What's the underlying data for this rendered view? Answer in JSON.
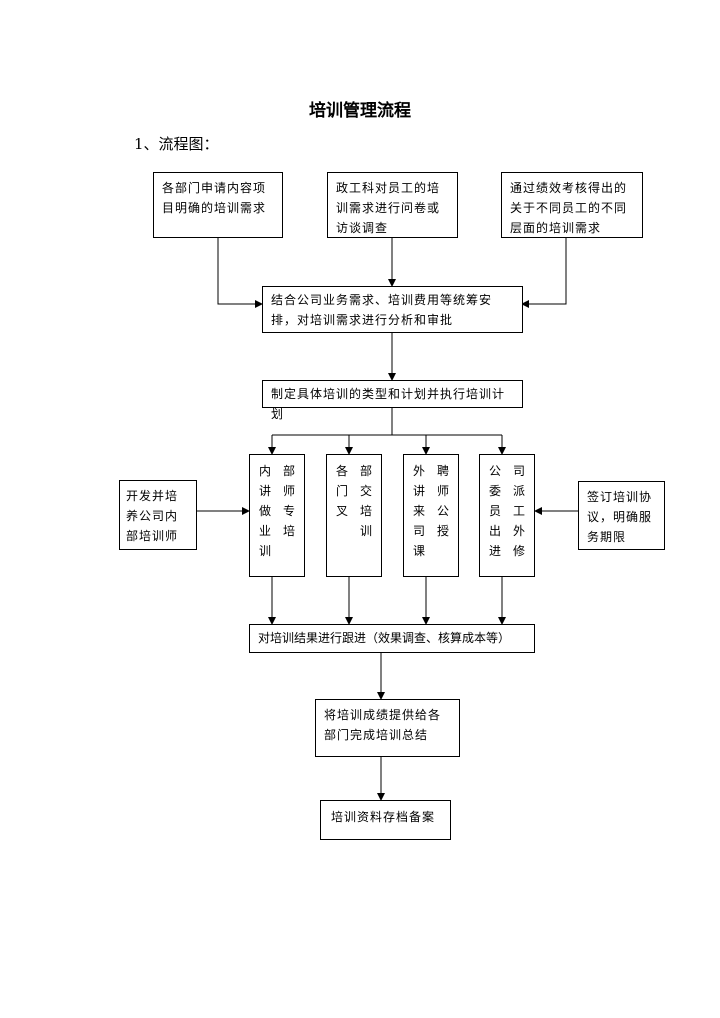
{
  "title": "培训管理流程",
  "section_label": "1、流程图：",
  "boxes": {
    "dept_request": "各部门申请内容项目明确的培训需求",
    "political_survey": "政工科对员工的培训需求进行问卷或访谈调查",
    "performance_review": "通过绩效考核得出的关于不同员工的不同层面的培训需求",
    "analysis_approval": "结合公司业务需求、培训费用等统筹安排，对培训需求进行分析和审批",
    "make_plan": "制定具体培训的类型和计划并执行培训计划",
    "internal_trainer_dev": "开发并培养公司内部培训师",
    "sign_agreement": "签订培训协议，明确服务期限",
    "follow_up": "对培训结果进行跟进（效果调查、核算成本等）",
    "results_summary": "将培训成绩提供给各部门完成培训总结",
    "archive": "培训资料存档备案"
  },
  "training_types": [
    {
      "col1": [
        "内",
        "讲",
        "做",
        "业",
        "训"
      ],
      "col2": [
        "部",
        "师",
        "专",
        "培"
      ]
    },
    {
      "col1": [
        "各",
        "门",
        "叉"
      ],
      "col2": [
        "部",
        "交",
        "培",
        "训"
      ]
    },
    {
      "col1": [
        "外",
        "讲",
        "来",
        "司",
        "课"
      ],
      "col2": [
        "聘",
        "师",
        "公",
        "授"
      ]
    },
    {
      "col1": [
        "公",
        "委",
        "员",
        "出",
        "进"
      ],
      "col2": [
        "司",
        "派",
        "工",
        "外",
        "修"
      ]
    }
  ]
}
